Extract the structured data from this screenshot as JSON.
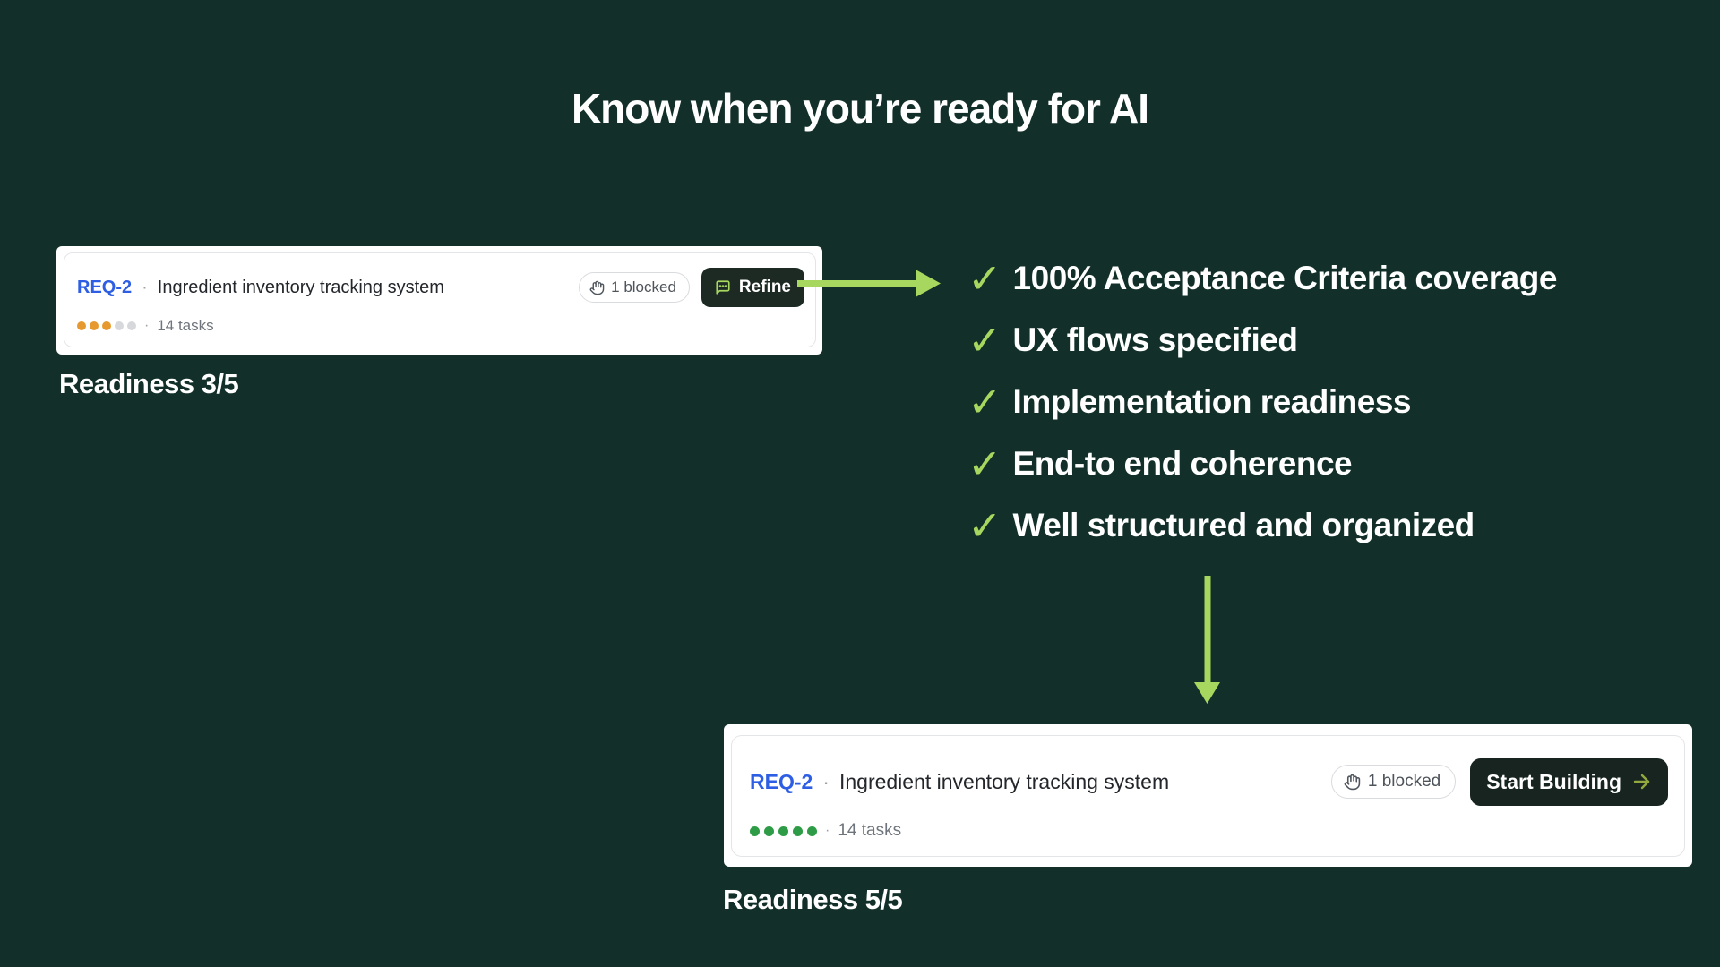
{
  "title": "Know when you’re ready for AI",
  "colors": {
    "background": "#123029",
    "accent_green": "#a8d75f",
    "req_blue": "#2d5ee3",
    "refine_button_bg": "#1d2a24",
    "build_button_bg": "#172420",
    "orange_dot": "#e6992f",
    "green_dot": "#2e9c46",
    "empty_dot": "#d6d8db"
  },
  "cards": {
    "before": {
      "id": "REQ-2",
      "sep": "·",
      "name": "Ingredient inventory tracking system",
      "badge_label": "1 blocked",
      "action_label": "Refine",
      "tasks_label": "14 tasks",
      "dots": {
        "filled": 3,
        "total": 5,
        "fill_color": "#e6992f",
        "empty_color": "#d6d8db"
      },
      "readiness": "Readiness 3/5"
    },
    "after": {
      "id": "REQ-2",
      "sep": "·",
      "name": "Ingredient inventory tracking system",
      "badge_label": "1 blocked",
      "action_label": "Start Building",
      "tasks_label": "14 tasks",
      "dots": {
        "filled": 5,
        "total": 5,
        "fill_color": "#2e9c46",
        "empty_color": "#d6d8db"
      },
      "readiness": "Readiness 5/5"
    }
  },
  "checklist": {
    "check_glyph": "✓",
    "items": [
      {
        "label": "100% Acceptance Criteria coverage"
      },
      {
        "label": "UX flows specified"
      },
      {
        "label": "Implementation readiness"
      },
      {
        "label": "End-to end coherence"
      },
      {
        "label": "Well structured and organized"
      }
    ]
  }
}
